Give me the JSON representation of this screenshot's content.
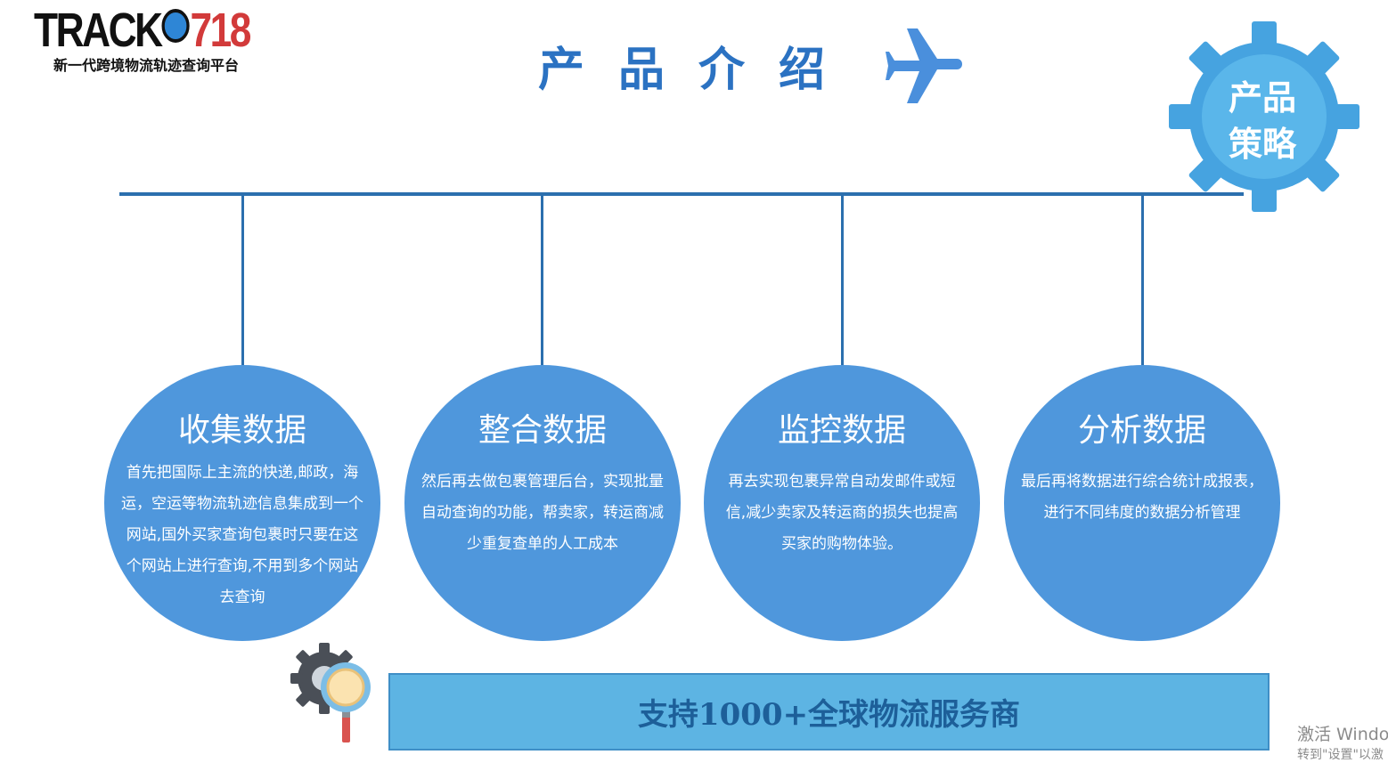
{
  "logo": {
    "brand_part1": "TRACK",
    "brand_part2": "718",
    "tagline": "新一代跨境物流轨迹查询平台"
  },
  "header": {
    "title": "产品介绍"
  },
  "strategy_badge": {
    "line1": "产品",
    "line2": "策略"
  },
  "steps": [
    {
      "title": "收集数据",
      "desc": "首先把国际上主流的快递,邮政，海运，空运等物流轨迹信息集成到一个网站,国外买家查询包裹时只要在这个网站上进行查询,不用到多个网站去查询"
    },
    {
      "title": "整合数据",
      "desc": "然后再去做包裹管理后台，实现批量自动查询的功能，帮卖家，转运商减少重复查单的人工成本"
    },
    {
      "title": "监控数据",
      "desc": "再去实现包裹异常自动发邮件或短信,减少卖家及转运商的损失也提高买家的购物体验。"
    },
    {
      "title": "分析数据",
      "desc": "最后再将数据进行综合统计成报表，进行不同纬度的数据分析管理"
    }
  ],
  "banner": {
    "text": "支持1000+全球物流服务商"
  },
  "watermark": {
    "line1": "激活 Windo",
    "line2": "转到\"设置\"以激"
  },
  "colors": {
    "primary": "#2b72c2",
    "circle": "#4f97dc",
    "banner": "#5db4e3",
    "logo_red": "#d23a3a"
  },
  "icons": [
    "globe-icon",
    "airplane-icon",
    "gear-icon",
    "magnifier-gear-icon"
  ]
}
